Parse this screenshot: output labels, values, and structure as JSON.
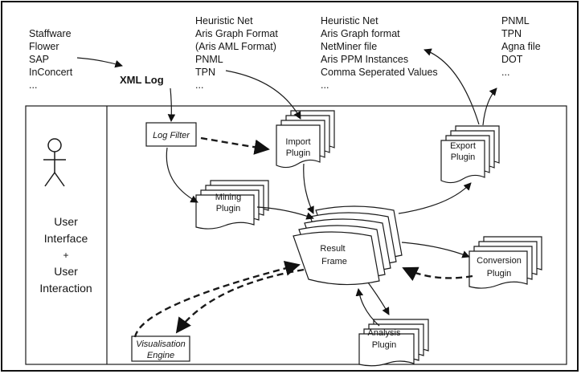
{
  "sources": {
    "tools": [
      "Staffware",
      "Flower",
      "SAP",
      "InConcert",
      "..."
    ],
    "xml_log": "XML Log",
    "import_formats": [
      "Heuristic Net",
      "Aris Graph Format",
      "(Aris AML Format)",
      "PNML",
      "TPN",
      "..."
    ],
    "export_formats": [
      "Heuristic Net",
      "Aris Graph format",
      "NetMiner file",
      "Aris PPM Instances",
      "Comma Seperated Values",
      "..."
    ],
    "export_formats_right": [
      "PNML",
      "TPN",
      "Agna file",
      "DOT",
      "..."
    ]
  },
  "user_panel": {
    "line1": "User",
    "line2": "Interface",
    "line3": "+",
    "line4": "User",
    "line5": "Interaction"
  },
  "boxes": {
    "log_filter": "Log Filter",
    "import_plugin": [
      "Import",
      "Plugin"
    ],
    "mining_plugin": [
      "Mining",
      "Plugin"
    ],
    "export_plugin": [
      "Export",
      "Plugin"
    ],
    "result_frame": [
      "Result",
      "Frame"
    ],
    "conversion_plugin": [
      "Conversion",
      "Plugin"
    ],
    "analysis_plugin": [
      "Analysis",
      "Plugin"
    ],
    "visualisation_engine": [
      "Visualisation",
      "Engine"
    ]
  }
}
